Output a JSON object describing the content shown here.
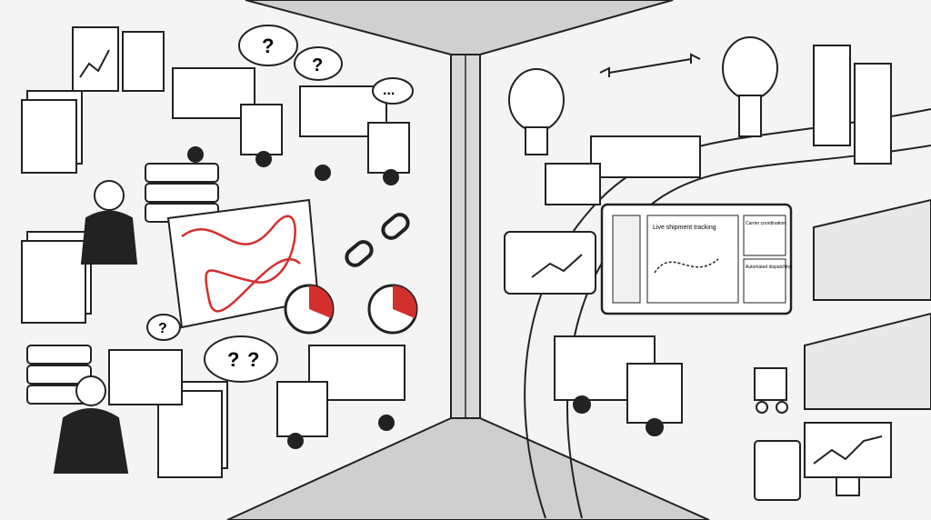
{
  "illustration": {
    "left_scene": {
      "thought_bubbles": [
        "?",
        "?",
        "?",
        "?",
        "?"
      ],
      "speech_bubble": "...",
      "delay_clock_icon": "stopwatch-icon",
      "broken_link_icon": "broken-chain-icon"
    },
    "right_scene": {
      "dashboard": {
        "main_panel_title": "Live shipment tracking",
        "carrier_panel_title": "Carrier coordination",
        "automation_panel_title": "Automated dispatching"
      }
    }
  },
  "colors": {
    "ink": "#222222",
    "accent_red": "#d32f2f",
    "wall_gray": "#c9c9c9",
    "paper": "#ffffff"
  }
}
